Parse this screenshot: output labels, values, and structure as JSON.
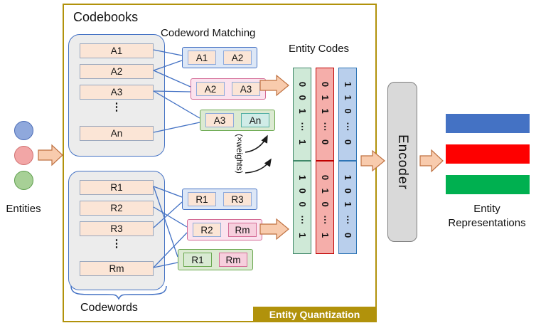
{
  "labels": {
    "codebooks": "Codebooks",
    "codeword_matching": "Codeword Matching",
    "entity_codes": "Entity Codes",
    "entities": "Entities",
    "codewords": "Codewords",
    "weights": "(×weights)",
    "encoder": "Encoder",
    "entity_quantization": "Entity Quantization",
    "entity_representations_line1": "Entity",
    "entity_representations_line2": "Representations"
  },
  "codebook_a": {
    "rows": [
      "A1",
      "A2",
      "A3",
      "An"
    ],
    "ellipsis": "⋮"
  },
  "codebook_r": {
    "rows": [
      "R1",
      "R2",
      "R3",
      "Rm"
    ],
    "ellipsis": "⋮"
  },
  "pairs": {
    "top": [
      {
        "left": "A1",
        "right": "A2"
      },
      {
        "left": "A2",
        "right": "A3"
      },
      {
        "left": "A3",
        "right": "An"
      }
    ],
    "bottom": [
      {
        "left": "R1",
        "right": "R3"
      },
      {
        "left": "R2",
        "right": "Rm"
      },
      {
        "left": "R1",
        "right": "Rm"
      }
    ]
  },
  "entity_codes": {
    "columns": [
      {
        "name": "green",
        "top": "0 0 1 ⋯ 1",
        "bottom": "1 0 0 ⋯ 1"
      },
      {
        "name": "red",
        "top": "0 1 1 ⋯ 0",
        "bottom": "0 1 0 ⋯ 1"
      },
      {
        "name": "blue",
        "top": "1 1 0 ⋯ 0",
        "bottom": "1 0 1 ⋯ 0"
      }
    ]
  },
  "colors": {
    "frame_gold": "#b1920b",
    "codeword_peach": "#fbe5d6",
    "arrow_fill": "#f8cbad",
    "connector_blue": "#4472c4",
    "bar_blue": "#4472c4",
    "bar_red": "#fe0000",
    "bar_green": "#00b050",
    "code_green": "#cfe9d7",
    "code_red": "#f5aeaa",
    "code_blue": "#b9cfec"
  }
}
